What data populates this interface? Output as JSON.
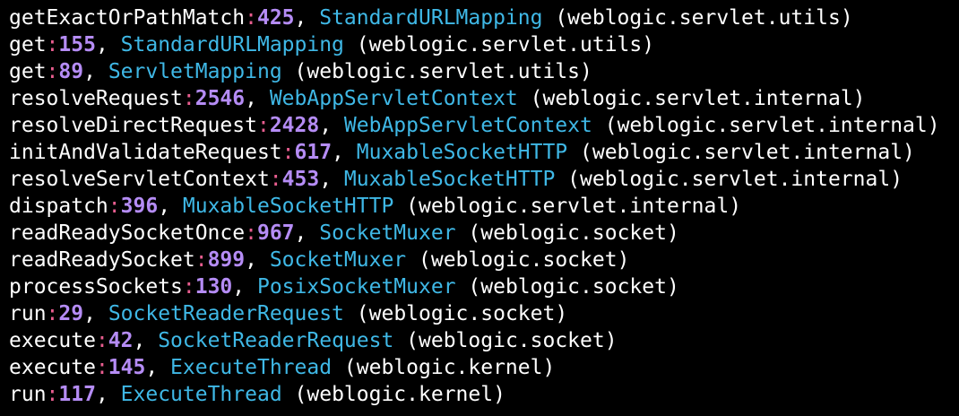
{
  "colors": {
    "background": "#000000",
    "method": "#ffffff",
    "colon": "#e85d8f",
    "line_number": "#b58cf5",
    "class_name": "#3fb8e6",
    "package": "#ffffff"
  },
  "frames": [
    {
      "method": "getExactOrPathMatch",
      "line": "425",
      "class": "StandardURLMapping",
      "package": "weblogic.servlet.utils"
    },
    {
      "method": "get",
      "line": "155",
      "class": "StandardURLMapping",
      "package": "weblogic.servlet.utils"
    },
    {
      "method": "get",
      "line": "89",
      "class": "ServletMapping",
      "package": "weblogic.servlet.utils"
    },
    {
      "method": "resolveRequest",
      "line": "2546",
      "class": "WebAppServletContext",
      "package": "weblogic.servlet.internal"
    },
    {
      "method": "resolveDirectRequest",
      "line": "2428",
      "class": "WebAppServletContext",
      "package": "weblogic.servlet.internal"
    },
    {
      "method": "initAndValidateRequest",
      "line": "617",
      "class": "MuxableSocketHTTP",
      "package": "weblogic.servlet.internal"
    },
    {
      "method": "resolveServletContext",
      "line": "453",
      "class": "MuxableSocketHTTP",
      "package": "weblogic.servlet.internal"
    },
    {
      "method": "dispatch",
      "line": "396",
      "class": "MuxableSocketHTTP",
      "package": "weblogic.servlet.internal"
    },
    {
      "method": "readReadySocketOnce",
      "line": "967",
      "class": "SocketMuxer",
      "package": "weblogic.socket"
    },
    {
      "method": "readReadySocket",
      "line": "899",
      "class": "SocketMuxer",
      "package": "weblogic.socket"
    },
    {
      "method": "processSockets",
      "line": "130",
      "class": "PosixSocketMuxer",
      "package": "weblogic.socket"
    },
    {
      "method": "run",
      "line": "29",
      "class": "SocketReaderRequest",
      "package": "weblogic.socket"
    },
    {
      "method": "execute",
      "line": "42",
      "class": "SocketReaderRequest",
      "package": "weblogic.socket"
    },
    {
      "method": "execute",
      "line": "145",
      "class": "ExecuteThread",
      "package": "weblogic.kernel"
    },
    {
      "method": "run",
      "line": "117",
      "class": "ExecuteThread",
      "package": "weblogic.kernel"
    }
  ]
}
